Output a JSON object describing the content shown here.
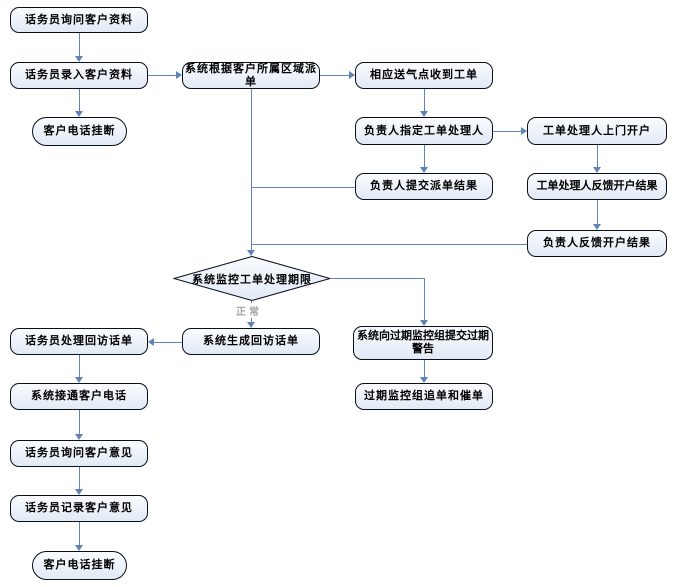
{
  "diagram": {
    "type": "flowchart",
    "colors": {
      "node_fill": "#e2eaf5",
      "node_fill_top": "#f9fbfe",
      "node_border": "#0a0f1e",
      "arrow": "#6083b7",
      "text": "#000000",
      "normal_label": "#a6a6a6",
      "background": "#ffffff"
    },
    "nodes": {
      "ask_customer_info": {
        "label": "话务员询问客户资料",
        "shape": "rounded-rect"
      },
      "enter_customer_info": {
        "label": "话务员录入客户资料",
        "shape": "rounded-rect"
      },
      "customer_hangup_top": {
        "label": "客户电话挂断",
        "shape": "terminator"
      },
      "dispatch_by_region": {
        "label": "系统根据客户所属区域派单",
        "shape": "rounded-rect"
      },
      "gas_point_receives_order": {
        "label": "相应送气点收到工单",
        "shape": "rounded-rect"
      },
      "assign_order_handler": {
        "label": "负责人指定工单处理人",
        "shape": "rounded-rect"
      },
      "handler_onsite_opening": {
        "label": "工单处理人上门开户",
        "shape": "rounded-rect"
      },
      "submit_dispatch_result": {
        "label": "负责人提交派单结果",
        "shape": "rounded-rect"
      },
      "handler_feedback_opening_result": {
        "label": "工单处理人反馈开户结果",
        "shape": "rounded-rect"
      },
      "manager_feedback_opening_result": {
        "label": "负责人反馈开户结果",
        "shape": "rounded-rect"
      },
      "monitor_order_deadline": {
        "label": "系统监控工单处理期限",
        "shape": "diamond"
      },
      "generate_callback_sheet": {
        "label": "系统生成回访话单",
        "shape": "rounded-rect"
      },
      "submit_overdue_warning": {
        "label": "系统向过期监控组提交过期警告",
        "shape": "rounded-rect"
      },
      "overdue_group_chase_urge": {
        "label": "过期监控组追单和催单",
        "shape": "rounded-rect"
      },
      "handle_callback_sheet": {
        "label": "话务员处理回访话单",
        "shape": "rounded-rect"
      },
      "connect_customer_phone": {
        "label": "系统接通客户电话",
        "shape": "rounded-rect"
      },
      "ask_customer_opinion": {
        "label": "话务员询问客户意见",
        "shape": "rounded-rect"
      },
      "record_customer_opinion": {
        "label": "话务员记录客户意见",
        "shape": "rounded-rect"
      },
      "customer_hangup_bottom": {
        "label": "客户电话挂断",
        "shape": "terminator"
      }
    },
    "edge_labels": {
      "normal": "正常"
    },
    "edges": [
      {
        "from": "ask_customer_info",
        "to": "enter_customer_info"
      },
      {
        "from": "enter_customer_info",
        "to": "customer_hangup_top"
      },
      {
        "from": "enter_customer_info",
        "to": "dispatch_by_region"
      },
      {
        "from": "dispatch_by_region",
        "to": "gas_point_receives_order"
      },
      {
        "from": "gas_point_receives_order",
        "to": "assign_order_handler"
      },
      {
        "from": "assign_order_handler",
        "to": "handler_onsite_opening"
      },
      {
        "from": "assign_order_handler",
        "to": "submit_dispatch_result"
      },
      {
        "from": "handler_onsite_opening",
        "to": "handler_feedback_opening_result"
      },
      {
        "from": "handler_feedback_opening_result",
        "to": "manager_feedback_opening_result"
      },
      {
        "from": "dispatch_by_region",
        "to": "monitor_order_deadline"
      },
      {
        "from": "submit_dispatch_result",
        "to": "monitor_order_deadline"
      },
      {
        "from": "manager_feedback_opening_result",
        "to": "monitor_order_deadline"
      },
      {
        "from": "monitor_order_deadline",
        "to": "generate_callback_sheet",
        "label": "正常"
      },
      {
        "from": "monitor_order_deadline",
        "to": "submit_overdue_warning"
      },
      {
        "from": "submit_overdue_warning",
        "to": "overdue_group_chase_urge"
      },
      {
        "from": "generate_callback_sheet",
        "to": "handle_callback_sheet"
      },
      {
        "from": "handle_callback_sheet",
        "to": "connect_customer_phone"
      },
      {
        "from": "connect_customer_phone",
        "to": "ask_customer_opinion"
      },
      {
        "from": "ask_customer_opinion",
        "to": "record_customer_opinion"
      },
      {
        "from": "record_customer_opinion",
        "to": "customer_hangup_bottom"
      }
    ]
  }
}
